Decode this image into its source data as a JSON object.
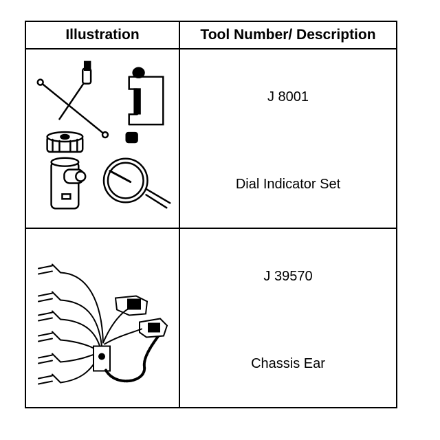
{
  "table": {
    "headers": {
      "illustration": "Illustration",
      "tool": "Tool Number/ Description"
    },
    "rows": [
      {
        "tool_number": "J 8001",
        "description": "Dial Indicator Set",
        "illustration_icon": "dial-indicator-set-illustration"
      },
      {
        "tool_number": "J 39570",
        "description": "Chassis Ear",
        "illustration_icon": "chassis-ear-illustration"
      }
    ]
  }
}
